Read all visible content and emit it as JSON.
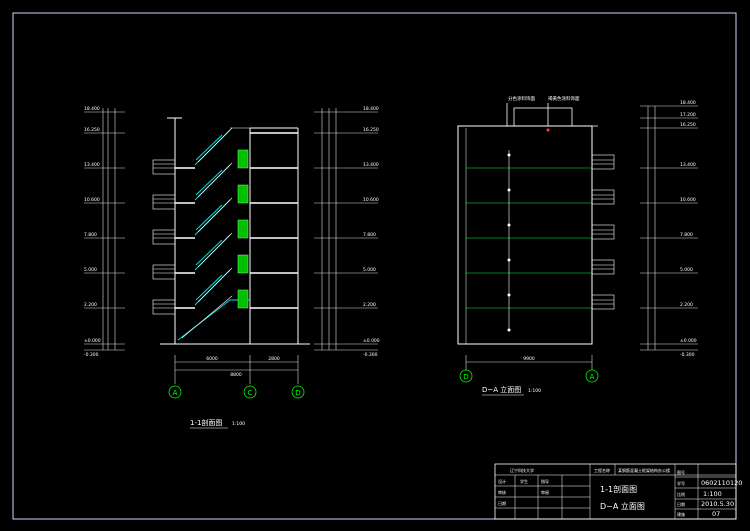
{
  "section": {
    "levels_left": [
      "18.400",
      "16.250",
      "13.400",
      "10.600",
      "7.800",
      "5.000",
      "2.200",
      "±0.000",
      "-0.300"
    ],
    "levels_right": [
      "18.400",
      "16.250",
      "13.400",
      "10.600",
      "7.800",
      "5.000",
      "2.200",
      "±0.000",
      "-0.300"
    ],
    "dims_span": "6000",
    "dims_right": "2800",
    "dims_total": "8800",
    "axes": [
      "A",
      "C",
      "D"
    ],
    "title": "1-1剖面图",
    "scale": "1:100"
  },
  "elevation": {
    "note_1": "分色涂料饰面",
    "note_2": "褐黄色涂料饰面",
    "levels": [
      "18.400",
      "17.200",
      "16.250",
      "13.400",
      "10.600",
      "7.800",
      "5.000",
      "2.200",
      "±0.000",
      "-0.300"
    ],
    "dim_width": "9900",
    "axes": [
      "D",
      "A"
    ],
    "title": "D~A 立面图",
    "scale": "1:100"
  },
  "title_block": {
    "school": "辽宁科技大学",
    "project_label": "工程名称",
    "project_name": "某钢筋混凝土框架结构办公楼",
    "designer_label": "设计",
    "designer": "学生",
    "advisor_label": "指导",
    "reviewer_label": "审核",
    "check_label": "审阅",
    "date_label": "日期",
    "drawing_1": "1-1剖面图",
    "drawing_2": "D~A 立面图",
    "dwg_no_label": "图号",
    "number_label": "学号",
    "number": "0602110120",
    "scale_label": "比例",
    "scale": "1:100",
    "date_key": "日期",
    "date": "2010.5.30",
    "sheet_label": "建施",
    "sheet": "07"
  }
}
